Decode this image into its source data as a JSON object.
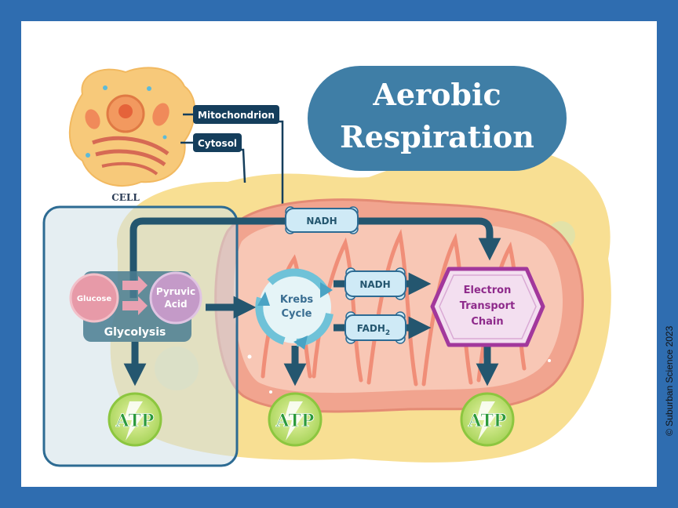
{
  "title": {
    "line1": "Aerobic",
    "line2": "Respiration"
  },
  "cell": {
    "label": "CELL",
    "callouts": {
      "mitochondrion": "Mitochondrion",
      "cytosol": "Cytosol"
    }
  },
  "glycolysis": {
    "label": "Glycolysis",
    "glucose": "Glucose",
    "pyruvic_line1": "Pyruvic",
    "pyruvic_line2": "Acid"
  },
  "krebs": {
    "line1": "Krebs",
    "line2": "Cycle"
  },
  "carriers": {
    "nadh_top": "NADH",
    "nadh_mid": "NADH",
    "fadh_main": "FADH",
    "fadh_sub": "2"
  },
  "etc": {
    "line1": "Electron",
    "line2": "Transport",
    "line3": "Chain"
  },
  "atp": {
    "glycolysis": "ATP",
    "krebs": "ATP",
    "etc": "ATP"
  },
  "copyright": "© Suburban Science 2023",
  "colors": {
    "frame": "#2f6db0",
    "title_pill": "#3f7ea6",
    "arrow": "#24566f",
    "callout": "#153e5c",
    "mito_outer": "#f1a48f",
    "mito_inner": "#f8c7b5",
    "blob": "#f7d980",
    "etc_fill": "#f3dff0",
    "etc_border": "#a2389c",
    "etc_text": "#8e2a8b",
    "atp_green": "#8cc63f"
  }
}
